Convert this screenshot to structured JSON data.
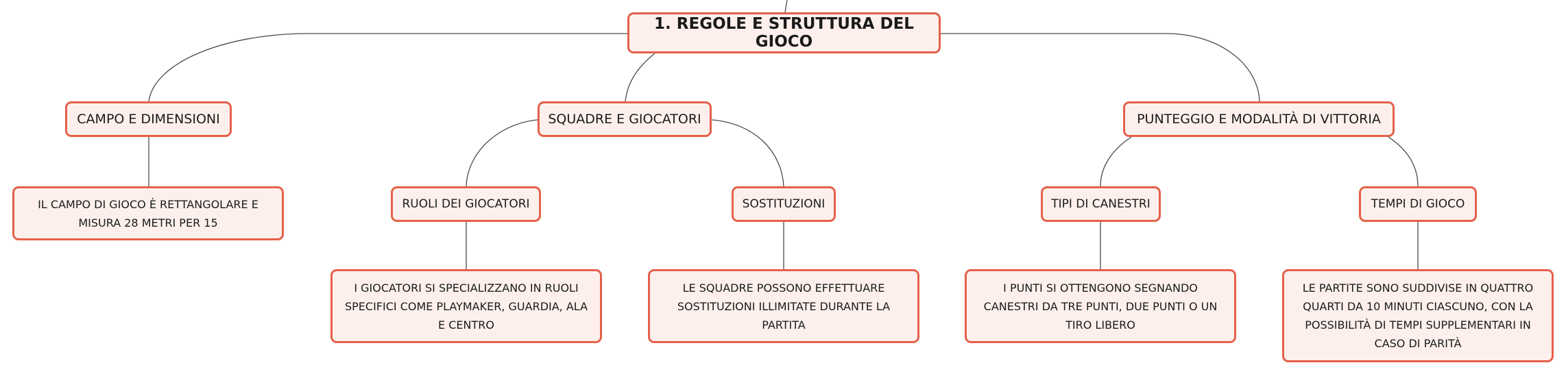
{
  "root": {
    "label": "1. REGOLE E STRUTTURA DEL GIOCO"
  },
  "branches": [
    {
      "label": "CAMPO E DIMENSIONI",
      "children": [
        {
          "label": "IL CAMPO DI GIOCO È RETTANGOLARE E MISURA 28 METRI PER 15"
        }
      ]
    },
    {
      "label": "SQUADRE E GIOCATORI",
      "children": [
        {
          "label": "RUOLI DEI GIOCATORI",
          "detail": "I GIOCATORI SI SPECIALIZZANO IN RUOLI SPECIFICI COME PLAYMAKER, GUARDIA, ALA E CENTRO"
        },
        {
          "label": "SOSTITUZIONI",
          "detail": "LE SQUADRE POSSONO EFFETTUARE SOSTITUZIONI ILLIMITATE DURANTE LA PARTITA"
        }
      ]
    },
    {
      "label": "PUNTEGGIO E MODALITÀ DI VITTORIA",
      "children": [
        {
          "label": "TIPI DI CANESTRI",
          "detail": "I PUNTI SI OTTENGONO SEGNANDO CANESTRI DA TRE PUNTI, DUE PUNTI O UN TIRO LIBERO"
        },
        {
          "label": "TEMPI DI GIOCO",
          "detail": "LE PARTITE SONO SUDDIVISE IN QUATTRO QUARTI DA 10 MINUTI CIASCUNO, CON LA POSSIBILITÀ DI TEMPI SUPPLEMENTARI IN CASO DI PARITÀ"
        }
      ]
    }
  ],
  "colors": {
    "node_border": "#e5604a",
    "node_fill": "#fdf0ec",
    "edge": "#4a4a4a"
  }
}
